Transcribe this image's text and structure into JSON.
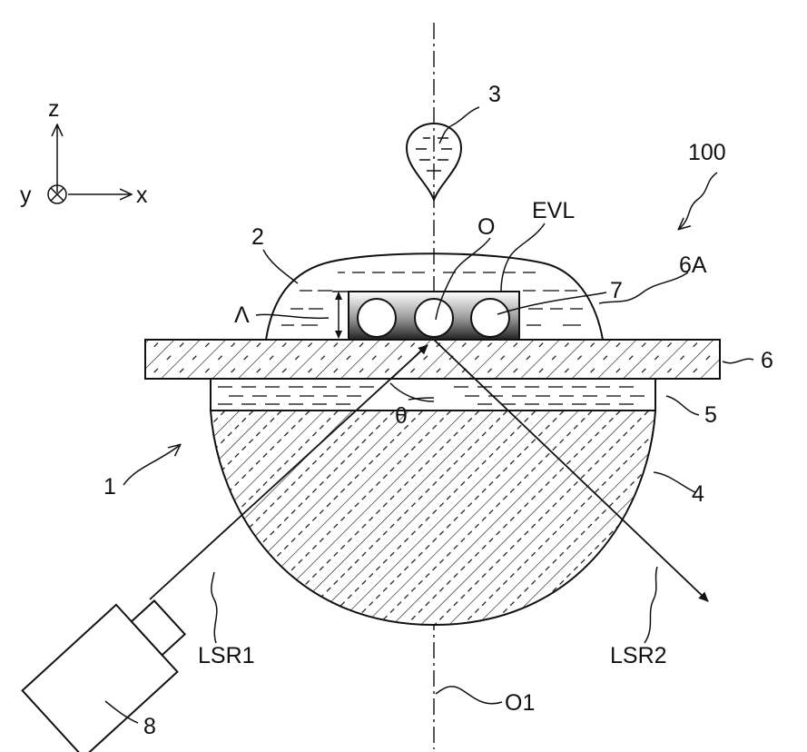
{
  "diagram": {
    "axes": {
      "z": "z",
      "y": "y",
      "x": "x"
    },
    "labels": {
      "droplet": "3",
      "apparatus": "100",
      "sample_liquid": "2",
      "layer": "EVL",
      "point": "O",
      "particles": "7",
      "surface": "6A",
      "thickness": "Λ",
      "plate": "6",
      "film": "5",
      "angle": "θ",
      "prism": "4",
      "device": "1",
      "laser_in": "LSR1",
      "laser_out": "LSR2",
      "axis": "O1",
      "light_source": "8"
    }
  }
}
